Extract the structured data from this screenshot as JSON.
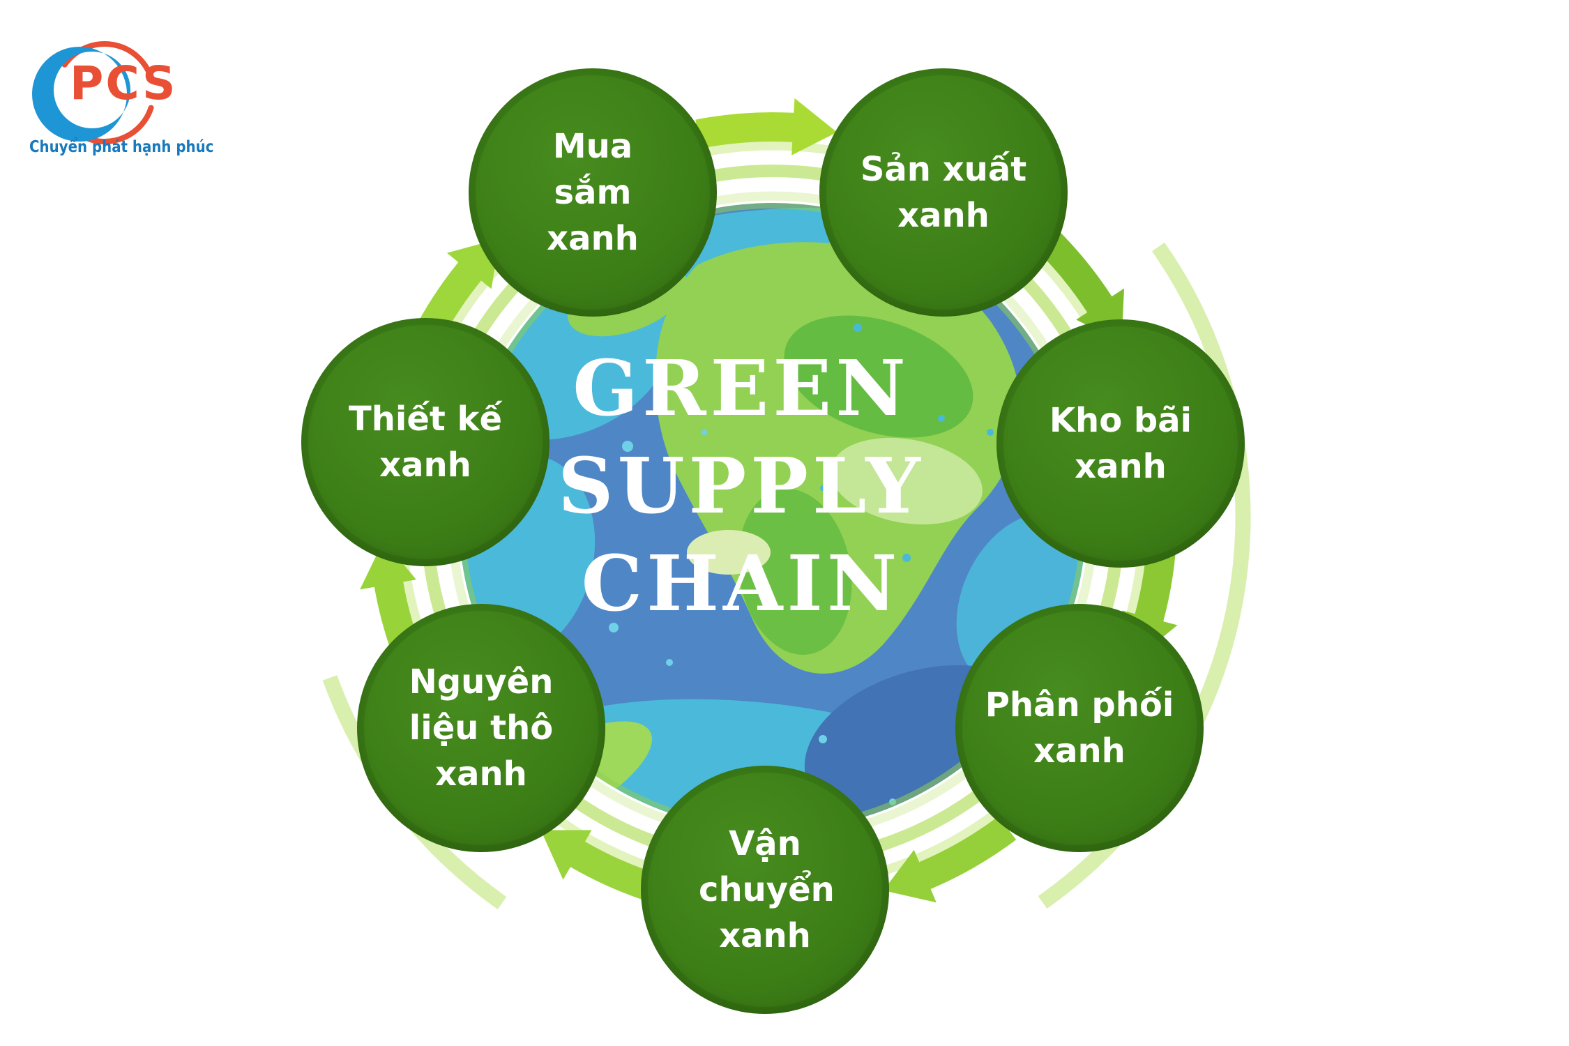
{
  "page": {
    "background": "#ffffff"
  },
  "logo": {
    "text": "PCS",
    "tagline": "Chuyển phát hạnh phúc",
    "colors": {
      "text_red": "#e84f35",
      "swoosh_blue": "#1e95d4",
      "swoosh_red": "#e84f35",
      "tagline_blue": "#1879bc"
    }
  },
  "diagram": {
    "title_lines": [
      "GREEN",
      "SUPPLY",
      "CHAIN"
    ],
    "title_color": "#ffffff",
    "flow": "clockwise",
    "nodes": [
      {
        "id": "mua-sam-xanh",
        "label": "Mua sắm xanh"
      },
      {
        "id": "san-xuat-xanh",
        "label": "Sản xuất xanh"
      },
      {
        "id": "kho-bai-xanh",
        "label": "Kho bãi xanh"
      },
      {
        "id": "phan-phoi-xanh",
        "label": "Phân phối xanh"
      },
      {
        "id": "van-chuyen-xanh",
        "label": "Vận chuyển xanh"
      },
      {
        "id": "nguyen-lieu-tho-xanh",
        "label": "Nguyên liệu thô xanh"
      },
      {
        "id": "thiet-ke-xanh",
        "label": "Thiết kế xanh"
      }
    ],
    "colors": {
      "node_green": "#3d7f17",
      "arrow_green": "#a8d833",
      "ring_pale_green": "#cbe992",
      "ocean_blue": "#4f86c6",
      "ocean_cyan": "#4bb9da",
      "land_green": "#92d154",
      "land_dark_green": "#5db83f"
    }
  }
}
